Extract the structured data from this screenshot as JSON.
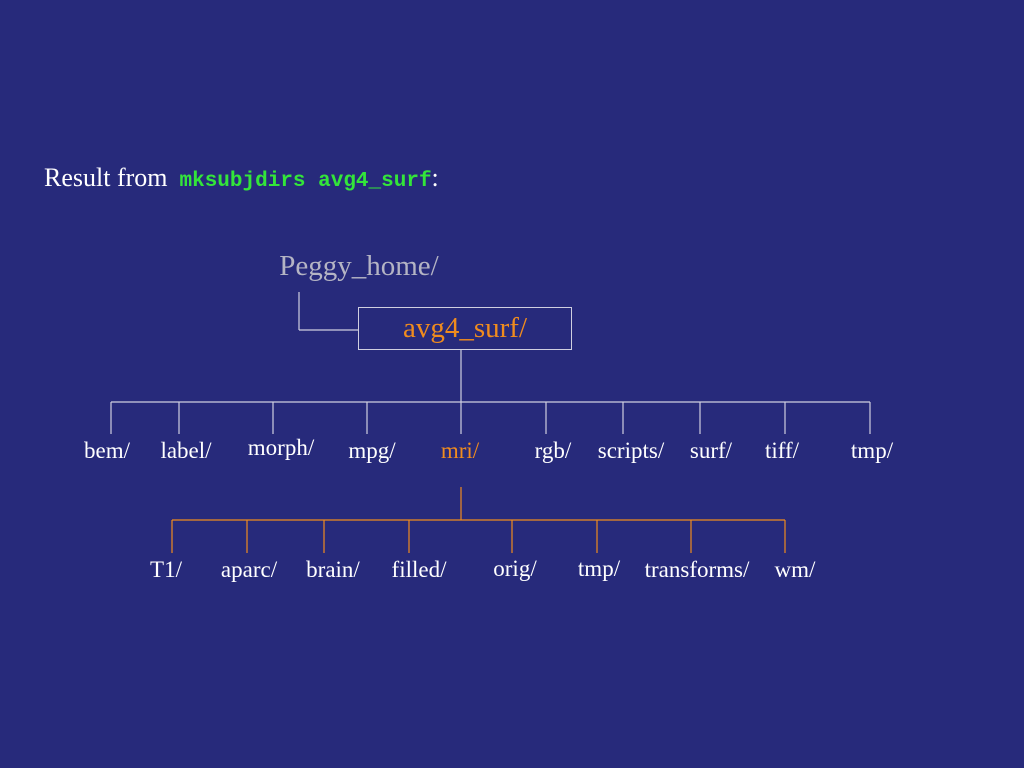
{
  "colors": {
    "background": "#272a7b",
    "text": "#ffffff",
    "command": "#33e53a",
    "muted": "#b4b4c4",
    "highlight": "#f08c1e",
    "line_main": "#cfcfe0",
    "line_sub": "#f08c1e"
  },
  "heading": {
    "prefix": "Result from",
    "command": "mksubjdirs avg4_surf",
    "suffix": ":"
  },
  "tree": {
    "parent": "Peggy_home/",
    "subject": "avg4_surf/",
    "subdirs": [
      "bem/",
      "label/",
      "morph/",
      "mpg/",
      "mri/",
      "rgb/",
      "scripts/",
      "surf/",
      "tiff/",
      "tmp/"
    ],
    "highlighted_subdir": "mri/",
    "mri_subdirs": [
      "T1/",
      "aparc/",
      "brain/",
      "filled/",
      "orig/",
      "tmp/",
      "transforms/",
      "wm/"
    ]
  }
}
